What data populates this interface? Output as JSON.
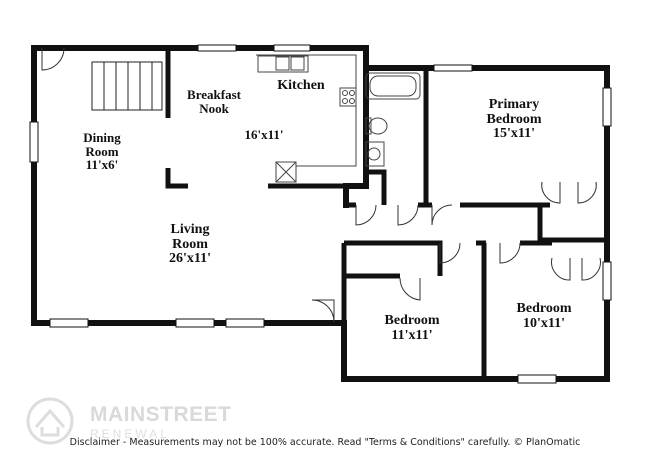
{
  "rooms": {
    "breakfast_nook": [
      "Breakfast",
      "Nook"
    ],
    "kitchen": [
      "Kitchen",
      "16'x11'"
    ],
    "dining": [
      "Dining",
      "Room",
      "11'x6'"
    ],
    "living": [
      "Living",
      "Room",
      "26'x11'"
    ],
    "primary": [
      "Primary",
      "Bedroom",
      "15'x11'"
    ],
    "bedroom_mid": [
      "Bedroom",
      "11'x11'"
    ],
    "bedroom_right": [
      "Bedroom",
      "10'x11'"
    ]
  },
  "watermark": {
    "brand": "MAINSTREET",
    "sub": "RENEWAL"
  },
  "disclaimer": "Disclaimer - Measurements may not be 100% accurate. Read \"Terms & Conditions\" carefully. © PlanOmatic"
}
